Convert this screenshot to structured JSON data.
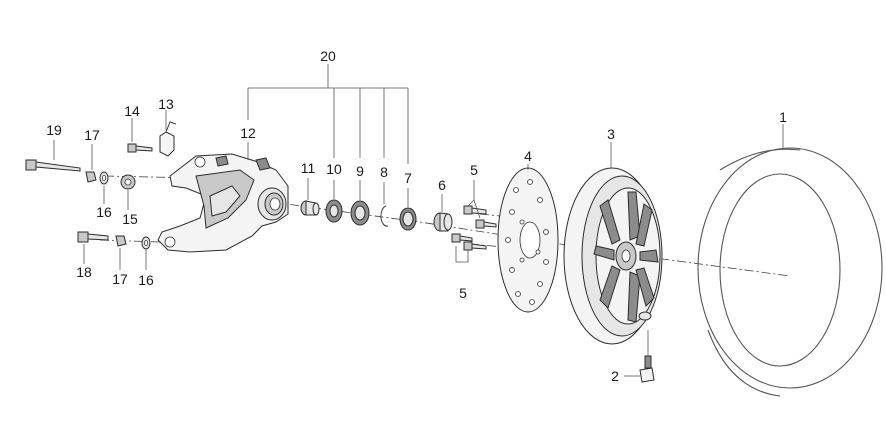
{
  "diagram": {
    "callouts": [
      "1",
      "2",
      "3",
      "4",
      "5",
      "5",
      "6",
      "7",
      "8",
      "9",
      "10",
      "11",
      "12",
      "13",
      "14",
      "15",
      "16",
      "16",
      "17",
      "17",
      "18",
      "19",
      "20"
    ],
    "labels": {
      "l1": "1",
      "l2": "2",
      "l3": "3",
      "l4": "4",
      "l5a": "5",
      "l5b": "5",
      "l6": "6",
      "l7": "7",
      "l8": "8",
      "l9": "9",
      "l10": "10",
      "l11": "11",
      "l12": "12",
      "l13": "13",
      "l14": "14",
      "l15": "15",
      "l16a": "16",
      "l16b": "16",
      "l17a": "17",
      "l17b": "17",
      "l18": "18",
      "l19": "19",
      "l20": "20"
    },
    "colors": {
      "line": "#3a3a3a",
      "part_fill": "#f4f4f4",
      "shade_dark": "#8c8c8c",
      "shade_mid": "#c8c8c8",
      "background": "#ffffff"
    }
  }
}
